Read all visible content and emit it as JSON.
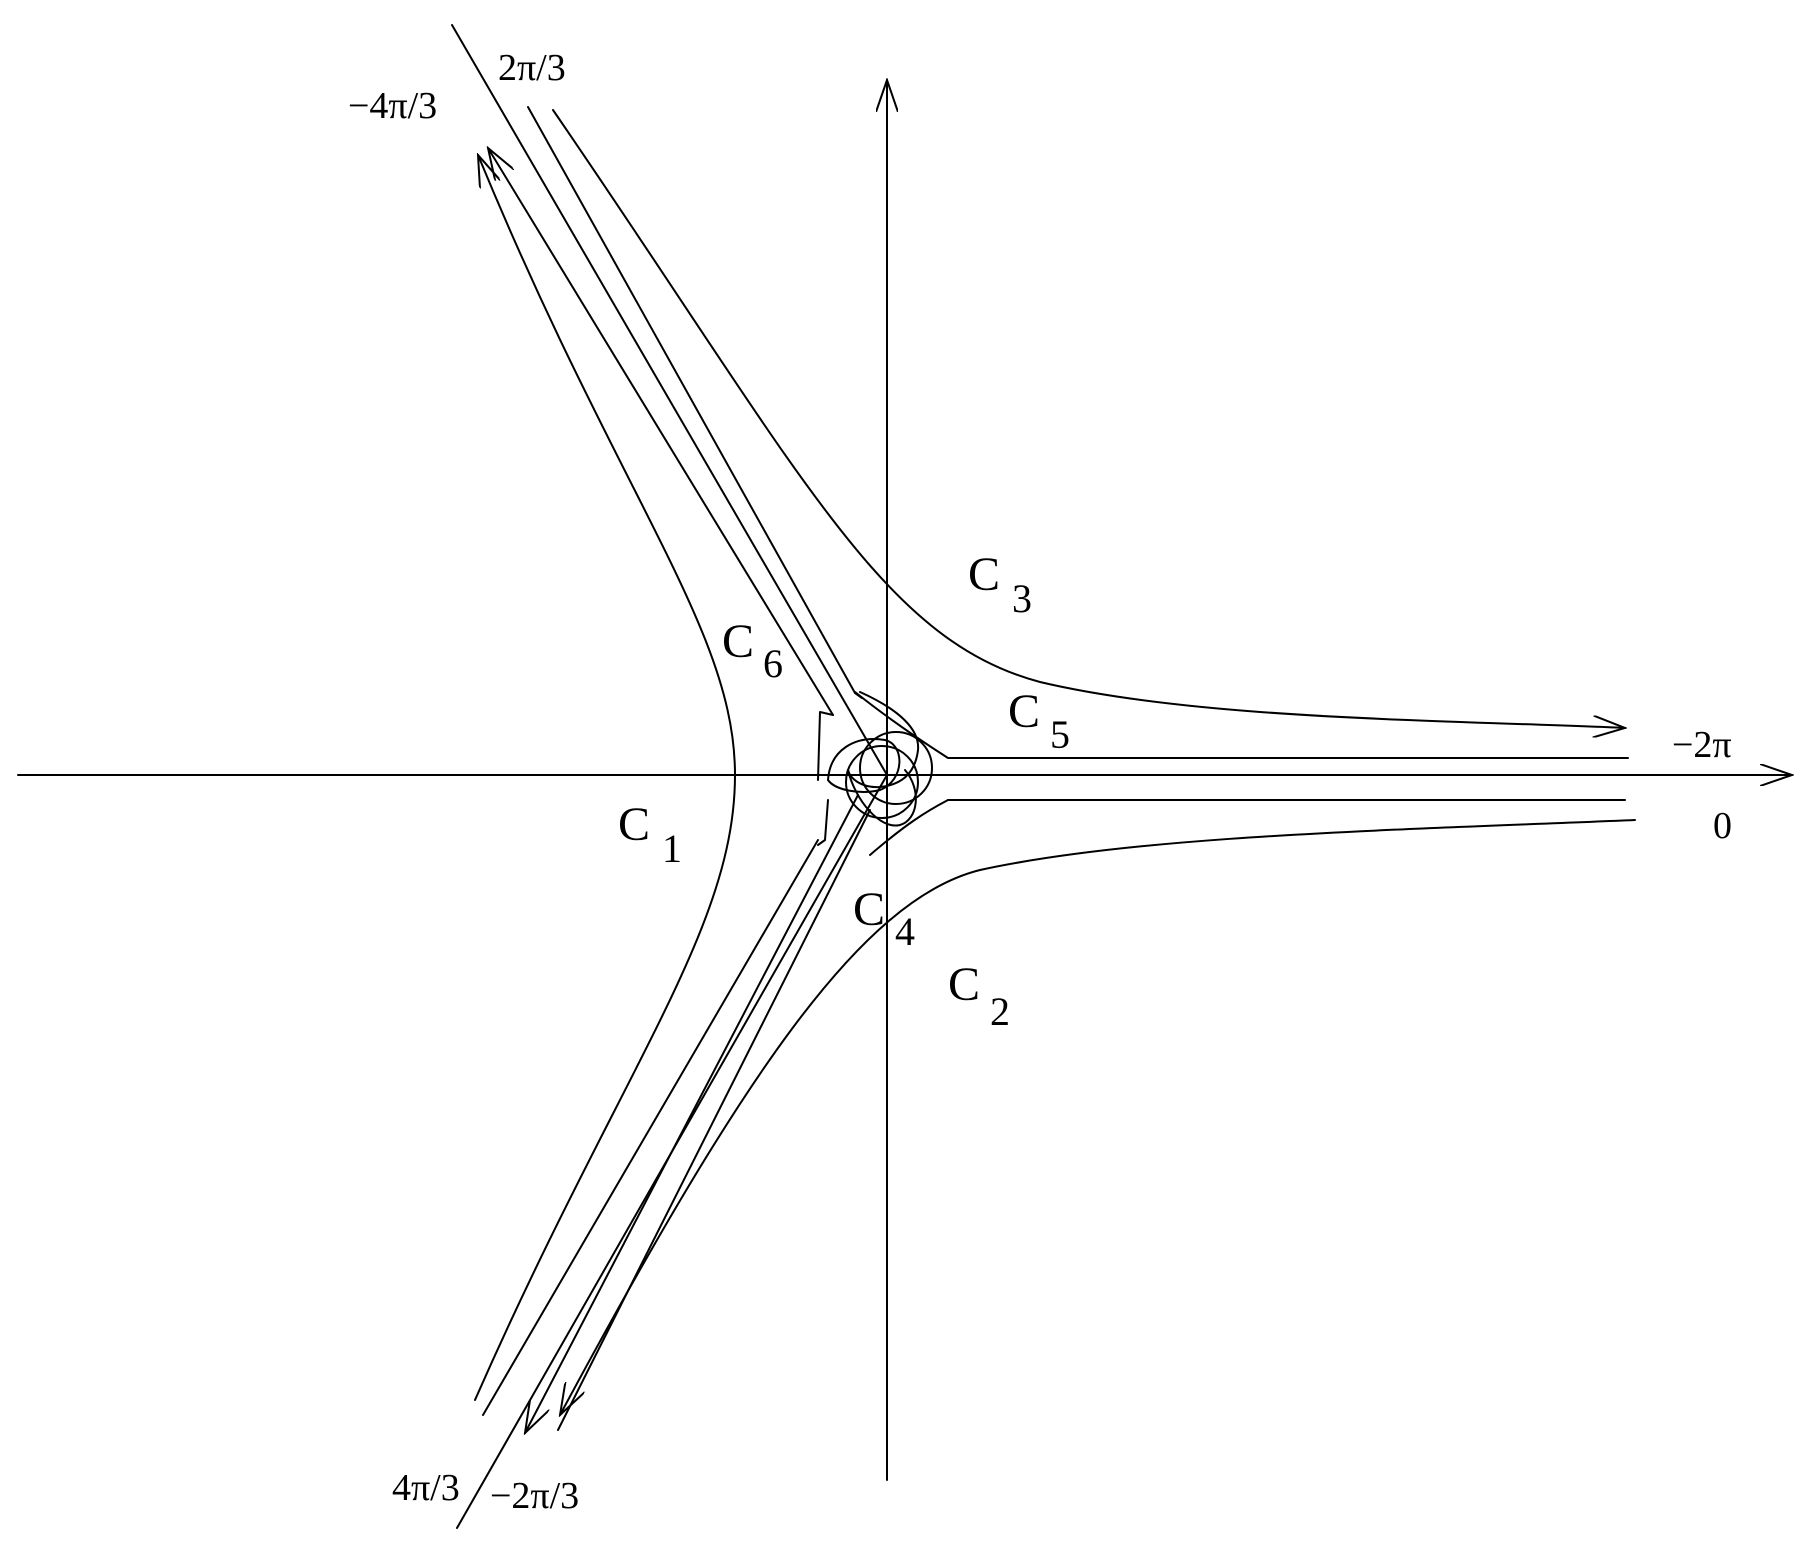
{
  "angle_labels": {
    "top_right": "2π/3",
    "top_left": "−4π/3",
    "right_upper": "−2π",
    "right_lower": "0",
    "bottom_left": "4π/3",
    "bottom_right": "−2π/3"
  },
  "contours": {
    "c1": {
      "letter": "C",
      "sub": "1"
    },
    "c2": {
      "letter": "C",
      "sub": "2"
    },
    "c3": {
      "letter": "C",
      "sub": "3"
    },
    "c4": {
      "letter": "C",
      "sub": "4"
    },
    "c5": {
      "letter": "C",
      "sub": "5"
    },
    "c6": {
      "letter": "C",
      "sub": "6"
    }
  }
}
